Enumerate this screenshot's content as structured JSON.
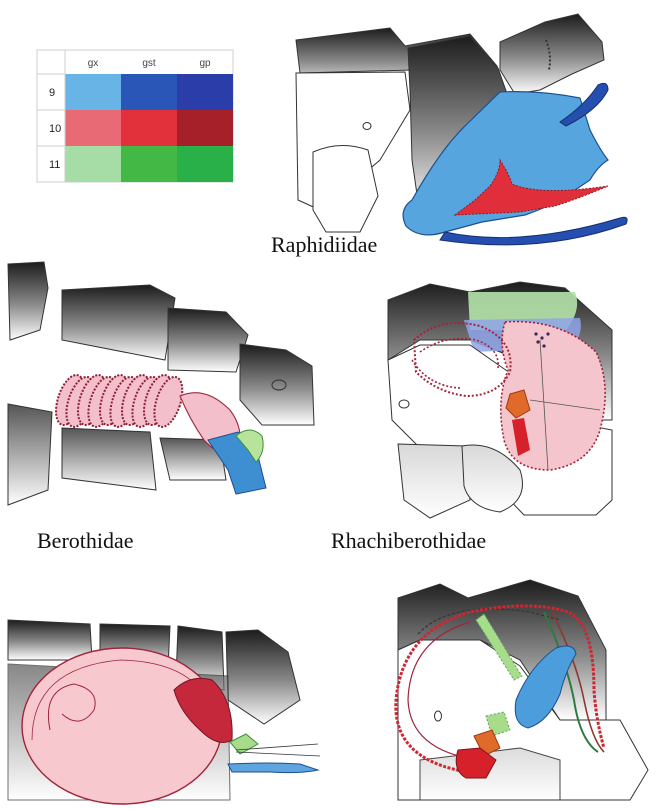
{
  "legend": {
    "columns": [
      "gx",
      "gst",
      "gp"
    ],
    "rows": [
      {
        "label": "9",
        "colors": [
          "#69b4e6",
          "#2a56b8",
          "#2a3da8"
        ]
      },
      {
        "label": "10",
        "colors": [
          "#e86a74",
          "#e2313a",
          "#a6202a"
        ]
      },
      {
        "label": "11",
        "colors": [
          "#a6dca6",
          "#44b844",
          "#2ab048"
        ]
      }
    ]
  },
  "panels": [
    {
      "id": "raphidiidae",
      "caption": "Raphidiidae"
    },
    {
      "id": "berothidae",
      "caption": "Berothidae"
    },
    {
      "id": "rhachiberothidae",
      "caption": "Rhachiberothidae"
    },
    {
      "id": "bottom-left",
      "caption": ""
    },
    {
      "id": "bottom-right",
      "caption": ""
    }
  ]
}
